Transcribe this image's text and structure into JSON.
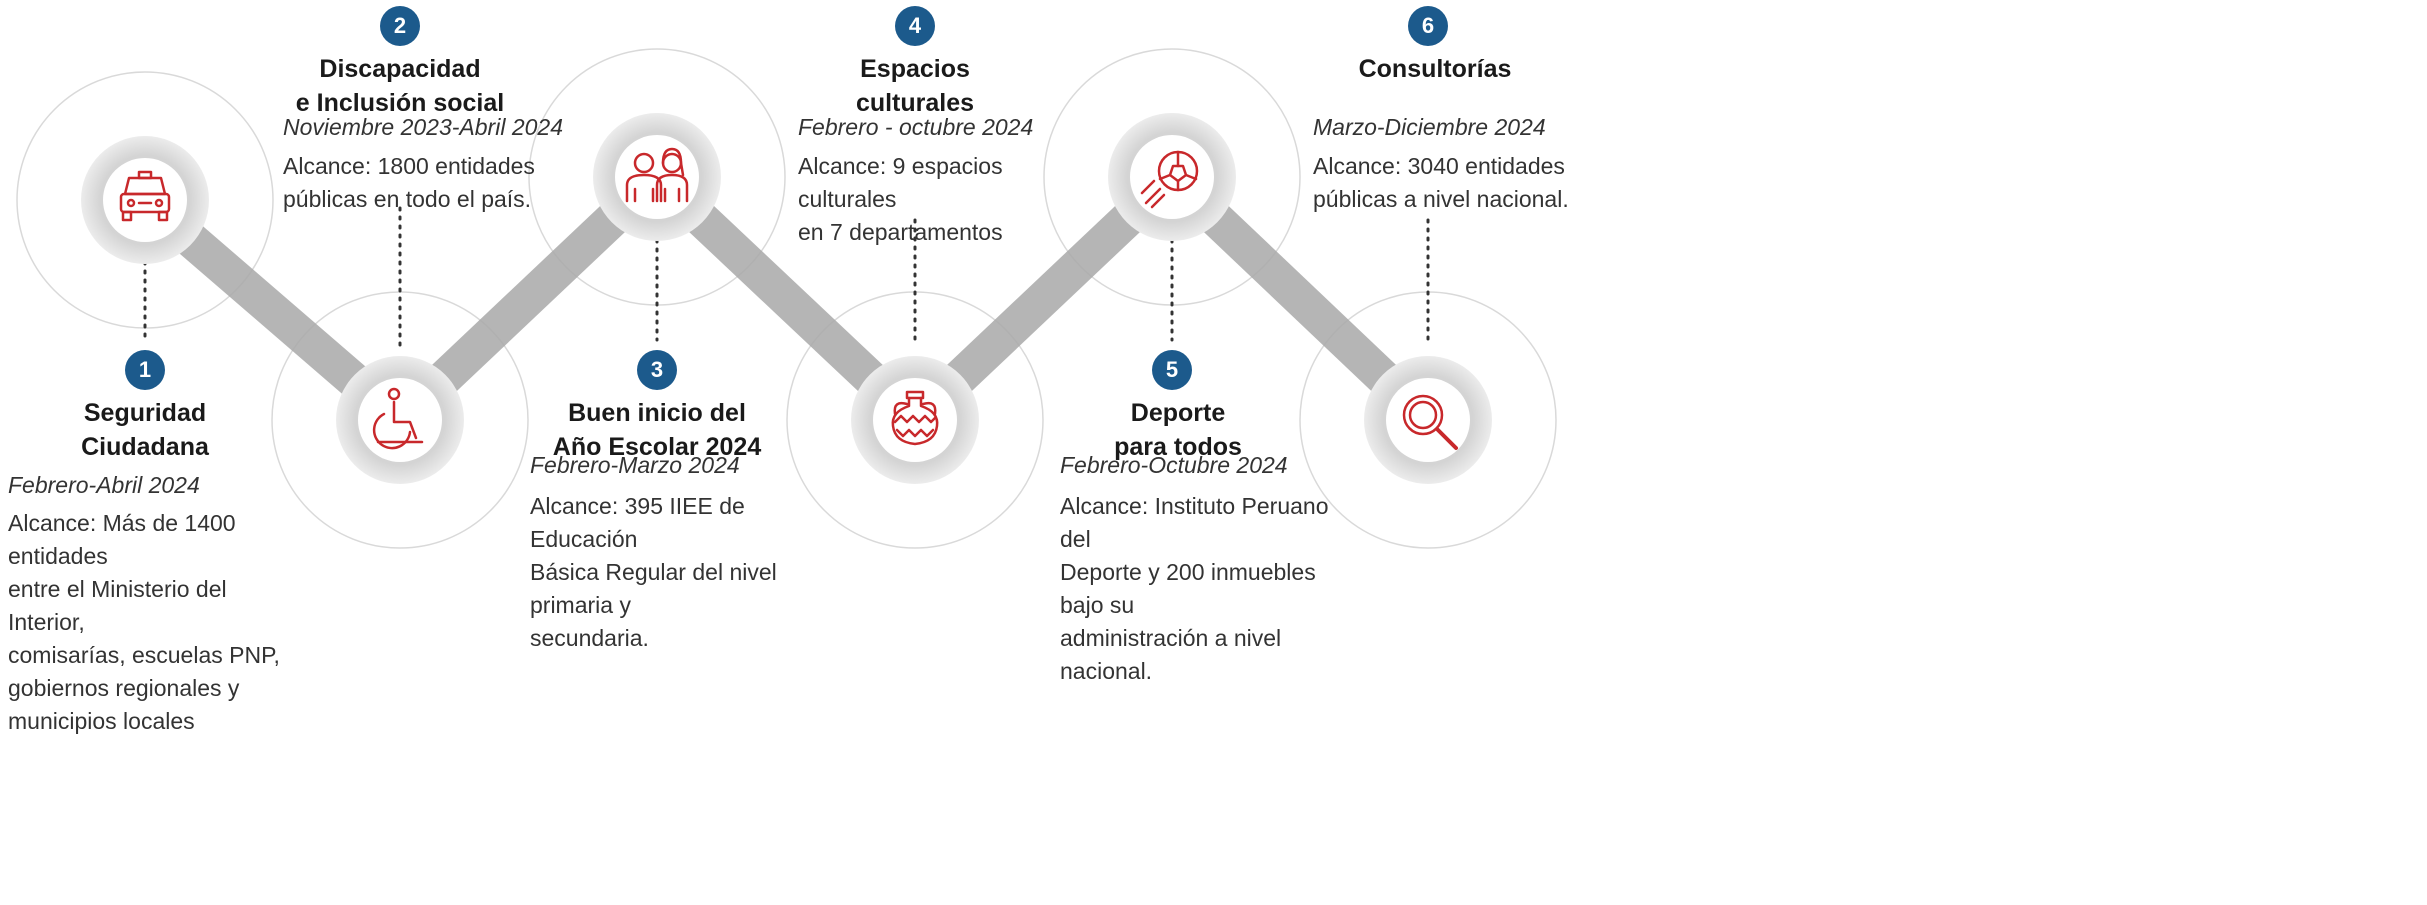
{
  "colors": {
    "accent_red": "#c8282b",
    "badge_blue": "#1c5a8c",
    "connector": "#a8a8a8",
    "ring": "#dedede",
    "outline": "#d8d8d8"
  },
  "items": [
    {
      "number": "1",
      "title": "Seguridad\nCiudadana",
      "date": "Febrero-Abril 2024",
      "description": "Alcance: Más de 1400 entidades\nentre el Ministerio del Interior,\ncomisarías, escuelas PNP,\ngobiernos regionales y\nmunicipios locales",
      "icon": "police-car-icon"
    },
    {
      "number": "2",
      "title": "Discapacidad\ne Inclusión social",
      "date": "Noviembre 2023-Abril 2024",
      "description": "Alcance: 1800 entidades\npúblicas en todo el país.",
      "icon": "wheelchair-icon"
    },
    {
      "number": "3",
      "title": "Buen inicio del\nAño Escolar 2024",
      "date": "Febrero-Marzo 2024",
      "description": "Alcance: 395 IIEE de Educación\nBásica Regular del nivel primaria y\nsecundaria.",
      "icon": "students-icon"
    },
    {
      "number": "4",
      "title": "Espacios\nculturales",
      "date": "Febrero - octubre 2024",
      "description": "Alcance: 9 espacios culturales\nen 7 departamentos",
      "icon": "ceramic-vase-icon"
    },
    {
      "number": "5",
      "title": "Deporte\npara todos",
      "date": "Febrero-Octubre 2024",
      "description": "Alcance: Instituto Peruano del\nDeporte y 200 inmuebles bajo su\nadministración a nivel nacional.",
      "icon": "soccer-ball-icon"
    },
    {
      "number": "6",
      "title": "Consultorías",
      "date": "Marzo-Diciembre 2024",
      "description": "Alcance: 3040 entidades\npúblicas a nivel nacional.",
      "icon": "magnifying-glass-icon"
    }
  ]
}
